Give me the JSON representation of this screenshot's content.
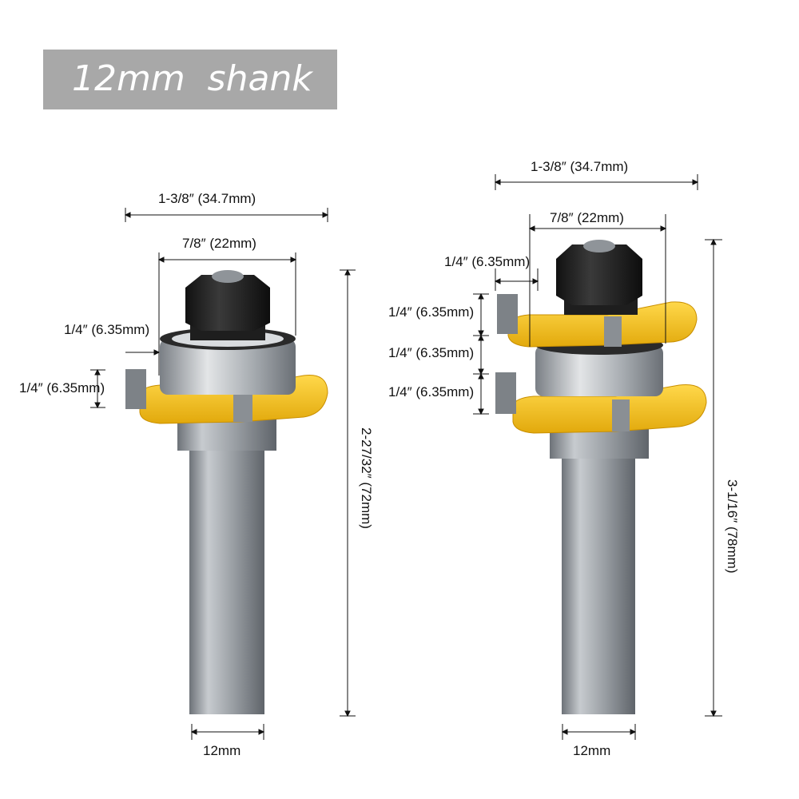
{
  "banner": {
    "title": "12mm  shank"
  },
  "left_bit": {
    "overall_width": "1-3/8″  (34.7mm)",
    "bearing_width": "7/8″  (22mm)",
    "cut_depth": "1/4″  (6.35mm)",
    "cut_height": "1/4″  (6.35mm)",
    "total_length": "2-27/32″  (72mm)",
    "shank_diameter": "12mm"
  },
  "right_bit": {
    "overall_width": "1-3/8″  (34.7mm)",
    "bearing_width": "7/8″  (22mm)",
    "cut_depth": "1/4″  (6.35mm)",
    "upper_cutter_height": "1/4″  (6.35mm)",
    "gap_height": "1/4″  (6.35mm)",
    "lower_cutter_height": "1/4″  (6.35mm)",
    "total_length": "3-1/16″  (78mm)",
    "shank_diameter": "12mm"
  },
  "colors": {
    "carbide_yellow": "#f3c21a",
    "steel": "#9aa0a6",
    "nut_black": "#1c1c1c",
    "banner_bg": "#a8a8a8"
  }
}
